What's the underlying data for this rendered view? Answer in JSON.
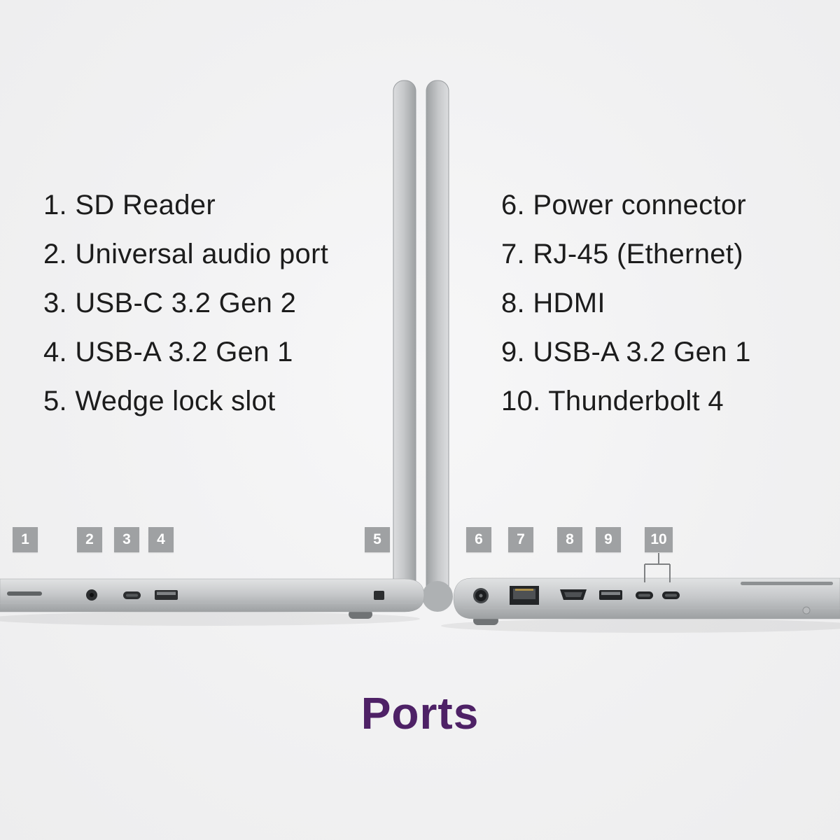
{
  "title": "Ports",
  "left_list": {
    "items": [
      "1. SD Reader",
      "2. Universal audio port",
      "3. USB-C 3.2 Gen 2",
      "4. USB-A 3.2 Gen 1",
      "5. Wedge lock slot"
    ]
  },
  "right_list": {
    "items": [
      "6. Power connector",
      "7. RJ-45 (Ethernet)",
      "8. HDMI",
      "9. USB-A 3.2 Gen 1",
      "10. Thunderbolt 4"
    ]
  },
  "badges": [
    "1",
    "2",
    "3",
    "4",
    "5",
    "6",
    "7",
    "8",
    "9",
    "10"
  ],
  "port_icons": {
    "left": [
      "sd-card-reader-slot",
      "audio-jack",
      "usb-c-port",
      "usb-a-port",
      "wedge-lock-slot"
    ],
    "right": [
      "power-connector",
      "rj45-ethernet-port",
      "hdmi-port",
      "usb-a-port",
      "thunderbolt-port",
      "thunderbolt-port"
    ]
  },
  "colors": {
    "title": "#4e2166",
    "badge_bg": "#9fa1a3",
    "badge_text": "#ffffff",
    "background": "#f1f1f2"
  }
}
